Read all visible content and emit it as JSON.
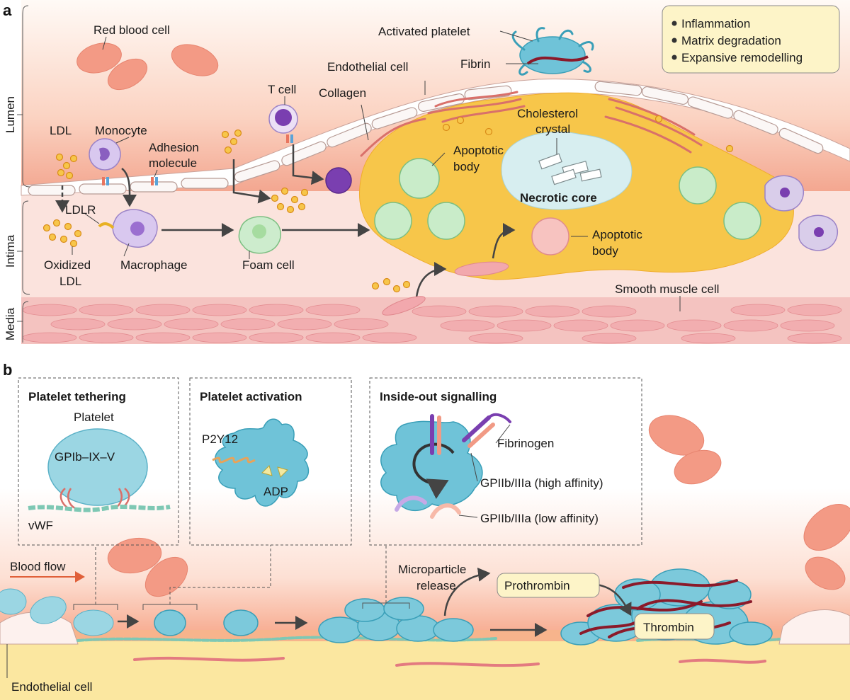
{
  "panel_a": {
    "letter": "a",
    "regions": {
      "lumen": "Lumen",
      "intima": "Intima",
      "media": "Media"
    },
    "labels": {
      "red_blood_cell": "Red blood cell",
      "activated_platelet": "Activated platelet",
      "fibrin": "Fibrin",
      "endothelial_cell": "Endothelial cell",
      "collagen": "Collagen",
      "t_cell": "T cell",
      "ldl": "LDL",
      "monocyte": "Monocyte",
      "adhesion_molecule_1": "Adhesion",
      "adhesion_molecule_2": "molecule",
      "ldlr": "LDLR",
      "oxidized_ldl_1": "Oxidized",
      "oxidized_ldl_2": "LDL",
      "macrophage": "Macrophage",
      "foam_cell": "Foam cell",
      "cholesterol_crystal_1": "Cholesterol",
      "cholesterol_crystal_2": "crystal",
      "apoptotic_body_top_1": "Apoptotic",
      "apoptotic_body_top_2": "body",
      "necrotic_core": "Necrotic core",
      "apoptotic_body_bottom_1": "Apoptotic",
      "apoptotic_body_bottom_2": "body",
      "smooth_muscle_cell": "Smooth muscle cell"
    },
    "legend": [
      "Inflammation",
      "Matrix degradation",
      "Expansive remodelling"
    ]
  },
  "panel_b": {
    "letter": "b",
    "boxes": {
      "tethering": {
        "title": "Platelet tethering",
        "platelet": "Platelet",
        "receptor": "GPIb–IX–V",
        "vwf": "vWF"
      },
      "activation": {
        "title": "Platelet activation",
        "p2y12": "P2Y12",
        "adp": "ADP"
      },
      "signalling": {
        "title": "Inside-out signalling",
        "fibrinogen": "Fibrinogen",
        "high": "GPIIb/IIIa (high affinity)",
        "low": "GPIIb/IIIa (low affinity)"
      }
    },
    "labels": {
      "blood_flow": "Blood flow",
      "microparticle_1": "Microparticle",
      "microparticle_2": "release",
      "prothrombin": "Prothrombin",
      "thrombin": "Thrombin",
      "endothelial_cell": "Endothelial cell"
    }
  },
  "colors": {
    "lumen": "#f8c9b4",
    "intima": "#fbe1dc",
    "media": "#f6c7c4",
    "core": "#f7c64a",
    "necrotic": "#d7eef0",
    "platelet": "#6fc3d8",
    "rbc": "#f39a85",
    "fibrin": "#8b1a2a",
    "legend_bg": "#fdf4c8"
  }
}
